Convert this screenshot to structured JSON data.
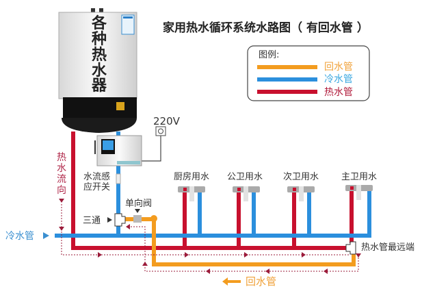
{
  "title": "家用热水循环系统水路图（ 有回水管 ）",
  "heater": {
    "text": [
      "各",
      "种",
      "热",
      "水",
      "器"
    ]
  },
  "power_label": "220V",
  "legend": {
    "heading": "图例:",
    "items": [
      {
        "label": "回水管",
        "color": "#f39c1f"
      },
      {
        "label": "冷水管",
        "color": "#2b8fdd"
      },
      {
        "label": "热水管",
        "color": "#c8102e"
      }
    ]
  },
  "labels": {
    "flow_switch": [
      "水流感",
      "应开关"
    ],
    "hot_flow": [
      "热",
      "水",
      "流",
      "向"
    ],
    "tee": "三通",
    "check_valve": "单向阀",
    "cold_inlet": "冷水管",
    "far_end": "热水管最远端",
    "return_pipe": "回水管"
  },
  "fixtures": [
    "厨房用水",
    "公卫用水",
    "次卫用水",
    "主卫用水"
  ],
  "colors": {
    "hot": "#c8102e",
    "cold": "#2b8fdd",
    "return": "#f39c1f",
    "flow_arrow": "#9b1b3a"
  }
}
